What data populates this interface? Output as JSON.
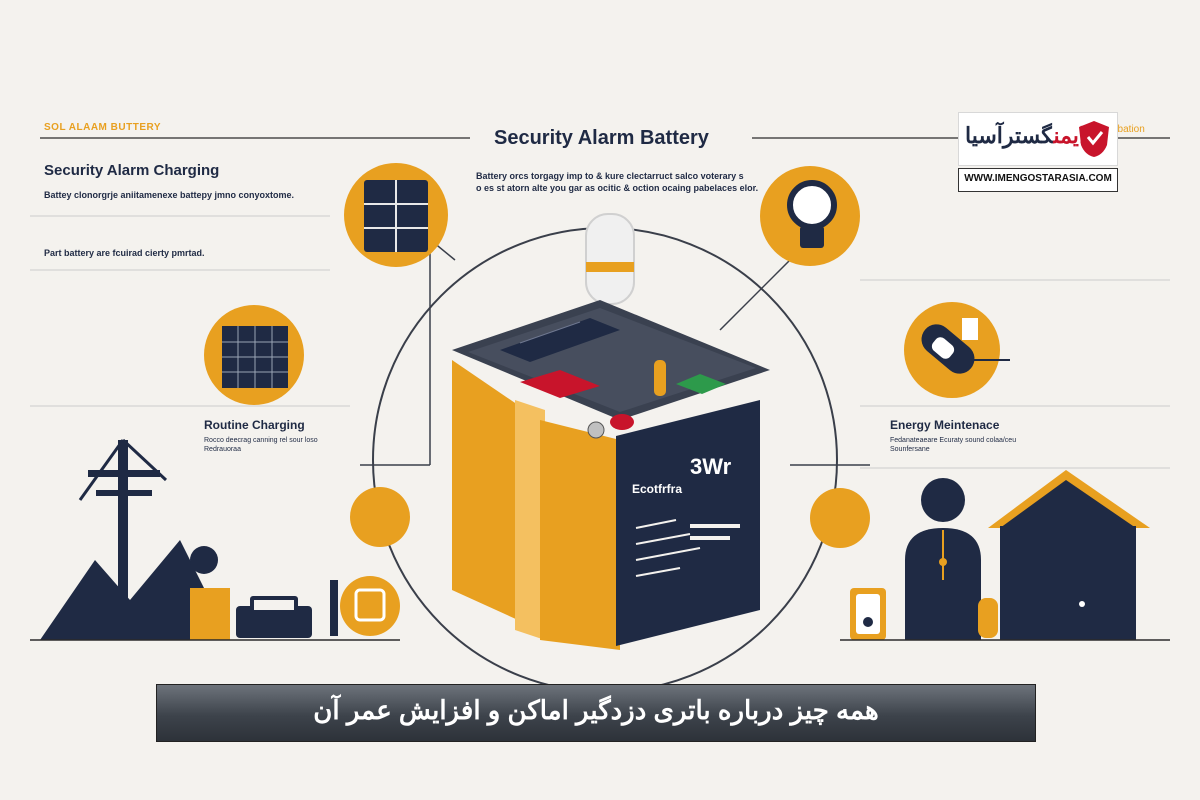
{
  "header": {
    "small_left": "SOL ALAAM BUTTERY",
    "title": "Security Alarm Battery",
    "small_right": "ubation"
  },
  "left_panel": {
    "title": "Security Alarm Charging",
    "desc": "Battey clonorgrje aniitamenexe battepy jmno conyoxtome.",
    "desc2": "Part battery are fcuirad cierty pmrtad."
  },
  "center_desc": {
    "line1": "Battery orcs torgagy imp to & kure clectarruct salco voterary s",
    "line2": "o es st atorn alte you gar as ocitic & oction ocaing pabelaces elor."
  },
  "routine": {
    "title": "Routine Charging",
    "sub1": "Rocco deecrag canning rel sour loso",
    "sub2": "Redrauoraa"
  },
  "energy": {
    "title": "Energy Meintenace",
    "sub": "Fedanateaeare Ecuraty sound colaa/ceu",
    "sub2": "Sounfersane"
  },
  "battery_label": {
    "brand": "Ecotfrfra",
    "rating": "3Wr"
  },
  "logo": {
    "text_main": "ایمن",
    "text_rest": "گسترآسیا",
    "url": "WWW.IMENGOSTARASIA.COM"
  },
  "banner": {
    "text": "همه چیز درباره باتری دزدگیر اماکن و افزایش عمر آن"
  },
  "colors": {
    "accent": "#e8a020",
    "navy": "#1f2a44",
    "background": "#f4f2ee",
    "brand_red": "#c8142b"
  },
  "icons": [
    "solar-panel-icon",
    "light-bulb-icon",
    "sensor-remote-icon",
    "utility-pole-icon",
    "house-icon",
    "person-icon",
    "battery-icon",
    "shield-logo-icon"
  ]
}
